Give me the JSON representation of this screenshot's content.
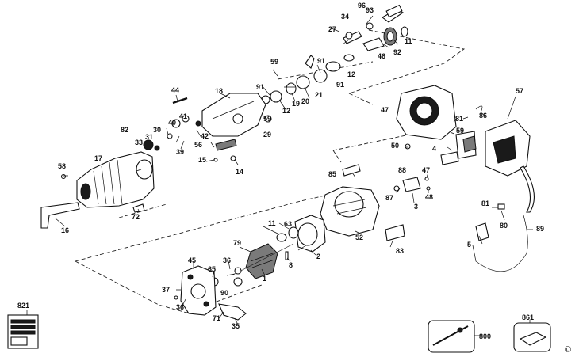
{
  "labels": {
    "p1": "1",
    "p2": "2",
    "p3": "3",
    "p4": "4",
    "p5": "5",
    "p8": "8",
    "p11a": "11",
    "p11b": "11",
    "p12a": "12",
    "p12b": "12",
    "p14": "14",
    "p15": "15",
    "p16": "16",
    "p17": "17",
    "p18": "18",
    "p19": "19",
    "p20": "20",
    "p21": "21",
    "p27": "27",
    "p29": "29",
    "p30": "30",
    "p31": "31",
    "p33": "33",
    "p34": "34",
    "p35": "35",
    "p36a": "36",
    "p36b": "36",
    "p37": "37",
    "p39": "39",
    "p40": "40",
    "p41": "41",
    "p42": "42",
    "p44": "44",
    "p45": "45",
    "p46": "46",
    "p47a": "47",
    "p47b": "47",
    "p48": "48",
    "p50": "50",
    "p52": "52",
    "p56": "56",
    "p57": "57",
    "p58": "58",
    "p59a": "59",
    "p59b": "59",
    "p63": "63",
    "p65": "65",
    "p71": "71",
    "p72": "72",
    "p79": "79",
    "p80": "80",
    "p81a": "81",
    "p81b": "81",
    "p82": "82",
    "p83": "83",
    "p85": "85",
    "p86": "86",
    "p87": "87",
    "p88": "88",
    "p89": "89",
    "p90": "90",
    "p91a": "91",
    "p91b": "91",
    "p91c": "91",
    "p92": "92",
    "p93": "93",
    "p96": "96"
  },
  "boxes": {
    "box_821": "821",
    "box_800": "800",
    "box_861": "861"
  },
  "copyright": "©"
}
